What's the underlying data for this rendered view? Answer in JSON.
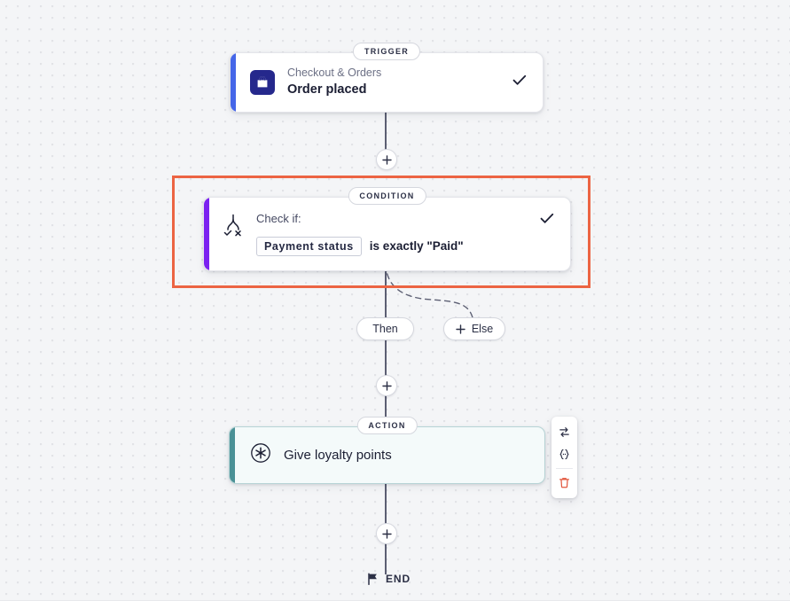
{
  "canvas": {
    "background_color": "#f4f5f7",
    "dot_color": "#e2e3e7"
  },
  "nodes": {
    "trigger": {
      "pill": "TRIGGER",
      "app": "Checkout & Orders",
      "title": "Order placed",
      "accent_color": "#4566e8",
      "icon": "shopping-bag-icon",
      "status_icon": "check-icon"
    },
    "condition": {
      "pill": "CONDITION",
      "label": "Check if:",
      "token": "Payment status",
      "expression": "is exactly \"Paid\"",
      "accent_color": "#7b21f0",
      "icon": "branch-condition-icon",
      "status_icon": "check-icon",
      "selected": true,
      "selection_color": "#ec6443"
    },
    "action": {
      "pill": "ACTION",
      "title": "Give loyalty points",
      "accent_color": "#4a9196",
      "background_color": "#f4fafa",
      "icon": "asterisk-circle-icon"
    }
  },
  "branches": {
    "then_label": "Then",
    "else_label": "Else",
    "else_plus": "+"
  },
  "toolbar": {
    "replace_label": "replace-icon",
    "variables_label": "variables-icon",
    "delete_label": "delete-icon",
    "delete_color": "#e2563c"
  },
  "add_buttons": {
    "label": "+"
  },
  "end": {
    "label": "END",
    "icon": "flag-icon"
  }
}
